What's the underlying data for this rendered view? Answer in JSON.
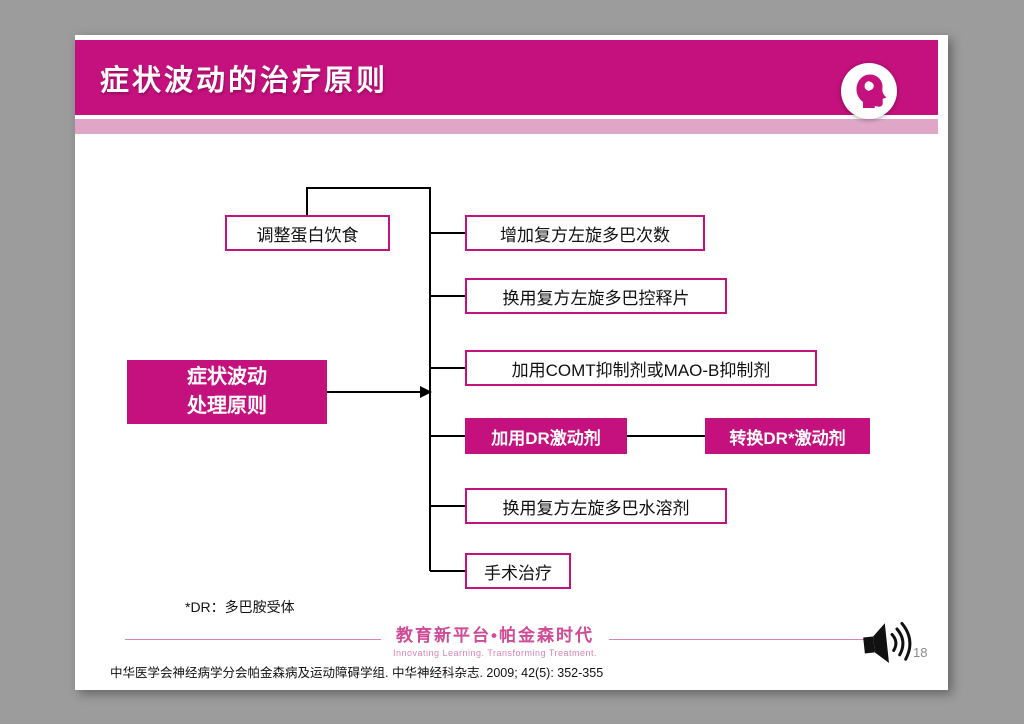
{
  "header": {
    "title": "症状波动的治疗原则"
  },
  "badge": {
    "icon": "head-profile-icon"
  },
  "flowchart": {
    "root": "症状波动\n处理原则",
    "diet_box": "调整蛋白饮食",
    "options": [
      {
        "label": "增加复方左旋多巴次数",
        "highlighted": false
      },
      {
        "label": "换用复方左旋多巴控释片",
        "highlighted": false
      },
      {
        "label": "加用COMT抑制剂或MAO-B抑制剂",
        "highlighted": false
      },
      {
        "label": "加用DR激动剂",
        "highlighted": true
      },
      {
        "label": "换用复方左旋多巴水溶剂",
        "highlighted": false
      },
      {
        "label": "手术治疗",
        "highlighted": false
      }
    ],
    "dr_switch": "转换DR*激动剂"
  },
  "footnote": "*DR：多巴胺受体",
  "footer": {
    "logo_line1": "教育新平台•帕金森时代",
    "logo_line2": "Innovating Learning. Transforming Treatment.",
    "citation": "中华医学会神经病学分会帕金森病及运动障碍学组. 中华神经科杂志. 2009; 42(5): 352-355",
    "page_number": "18",
    "speaker_icon": "speaker-icon"
  },
  "colors": {
    "magenta": "#c4117d",
    "light_pink": "#dfa6c8",
    "logo_pink": "#cf4b96",
    "connector": "#000000",
    "canvas_gray": "#9c9c9c"
  }
}
